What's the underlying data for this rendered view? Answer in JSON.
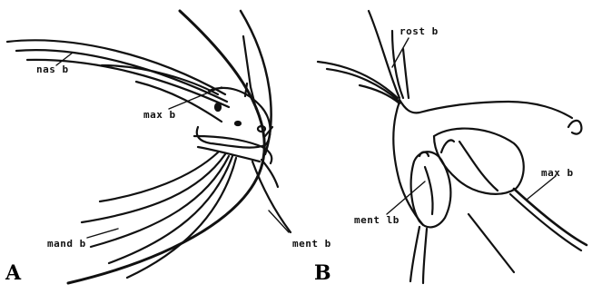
{
  "panel_a": {
    "letter": "A",
    "labels": {
      "nas": "nas b",
      "max": "max b",
      "mand": "mand b",
      "ment": "ment b"
    }
  },
  "panel_b": {
    "letter": "B",
    "labels": {
      "rost": "rost b",
      "max": "max b",
      "ment": "ment lb"
    }
  }
}
